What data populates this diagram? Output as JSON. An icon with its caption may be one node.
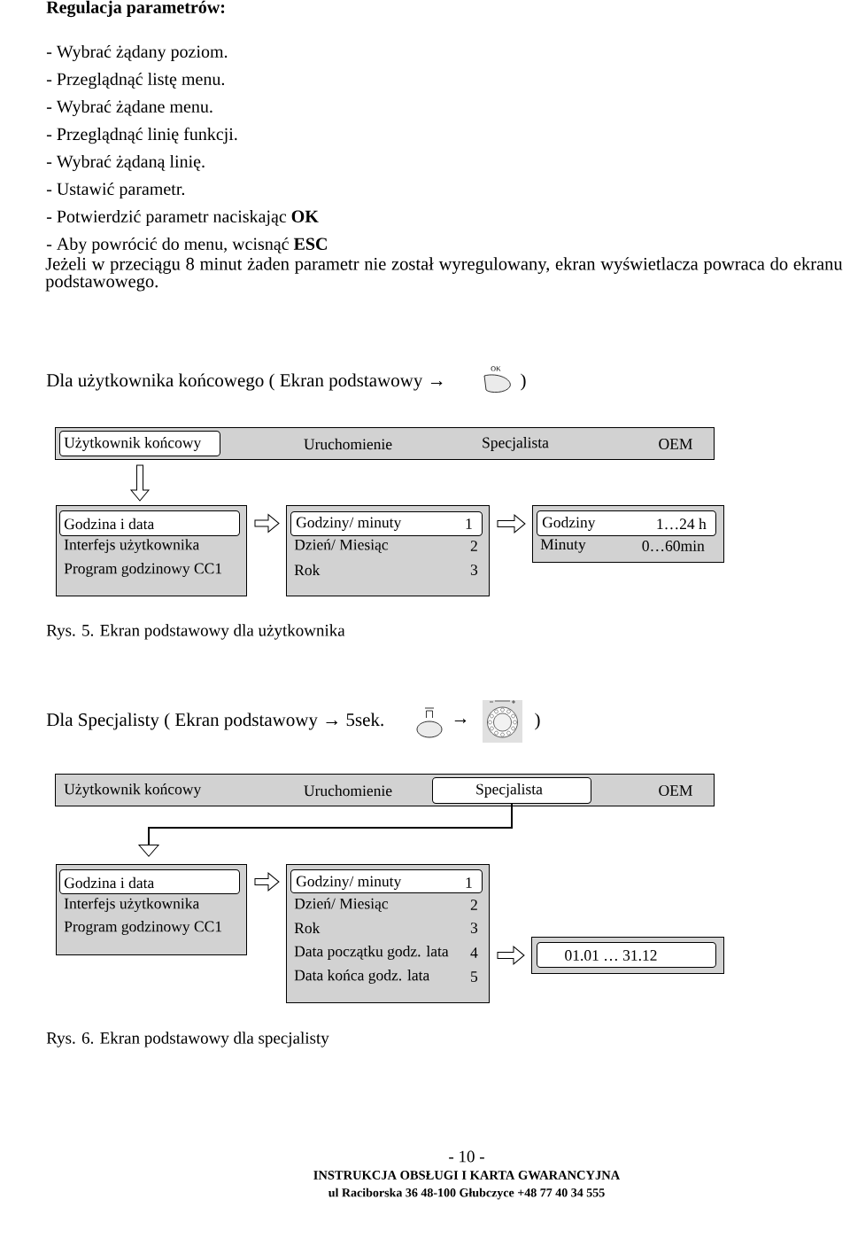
{
  "diagram": {
    "title": "Regulacja parametrów:",
    "nodes": [
      {
        "text": [
          "Uruchomienie",
          "Specjalista",
          "OEM"
        ]
      },
      {
        "text": [
          "Użytkownik końcowy"
        ],
        "in": 0
      },
      {
        "text": [
          "Interfejs użytkownika",
          "Program godzinowy CC1"
        ]
      },
      {
        "text": [
          "Godzina i data"
        ],
        "in": 2
      },
      {
        "text": [
          "Dzień/ Miesiąc",
          "2",
          "Rok",
          "3"
        ]
      },
      {
        "text": [
          "Godziny/ minuty",
          "1"
        ],
        "in": 4
      },
      {
        "text": [
          "Minuty",
          "0…60min"
        ]
      },
      {
        "text": [
          "Godziny",
          "1…24 h"
        ],
        "in": 6
      },
      {
        "text": [
          "Użytkownik końcowy",
          "Uruchomienie",
          "OEM"
        ]
      },
      {
        "text": [
          "Specjalista"
        ],
        "in": 8
      },
      {
        "text": [
          "Interfejs użytkownika",
          "Program godzinowy CC1"
        ]
      },
      {
        "text": [
          "Godzina i data"
        ],
        "in": 10
      },
      {
        "text": [
          "Dzień/ Miesiąc",
          "2",
          "Rok",
          "3",
          "Data początku godz. lata",
          "4",
          "Data końca godz. lata",
          "5"
        ]
      },
      {
        "text": [
          "Godziny/ minuty",
          "1"
        ],
        "in": 12
      },
      {
        "text": [],
        "shape": "box"
      },
      {
        "text": [
          "01.01 … 31.12"
        ],
        "in": 14
      }
    ],
    "edges": [
      {
        "from": 1,
        "to": 2,
        "arrow": "to"
      },
      {
        "from": 2,
        "to": 4,
        "arrow": "to"
      },
      {
        "from": 4,
        "to": 6,
        "arrow": "to"
      },
      {
        "from": 9,
        "to": 10,
        "arrow": "to"
      },
      {
        "from": 10,
        "to": 12,
        "arrow": "to"
      },
      {
        "from": 12,
        "to": 14,
        "arrow": "to"
      }
    ],
    "labels": [
      "- Wybrać żądany poziom.",
      "- Przeglądnąć listę menu.",
      "- Wybrać żądane menu.",
      "- Przeglądnąć linię funkcji.",
      "- Wybrać żądaną linię.",
      "- Ustawić parametr.",
      "- Potwierdzić parametr naciskając **OK**",
      "- Aby powrócić do menu, wcisnąć **ESC**",
      "Jeżeli w przeciągu 8 minut żaden parametr nie został wyregulowany, ekran wyświetlacza powraca do ekranu podstawowego.",
      "Dla użytkownika końcowego ( Ekran podstawowy →",
      "OK",
      ")",
      "Rys. 5. Ekran podstawowy dla użytkownika",
      "Dla Specjalisty ( Ekran podstawowy → 5sek.",
      "→",
      ")",
      "Rys. 6. Ekran podstawowy dla specjalisty",
      "- 10 -",
      "INSTRUKCJA OBSŁUGI I KARTA GWARANCYJNA",
      "ul Raciborska 36 48-100 Głubczyce +48 77 40 34 555"
    ]
  }
}
